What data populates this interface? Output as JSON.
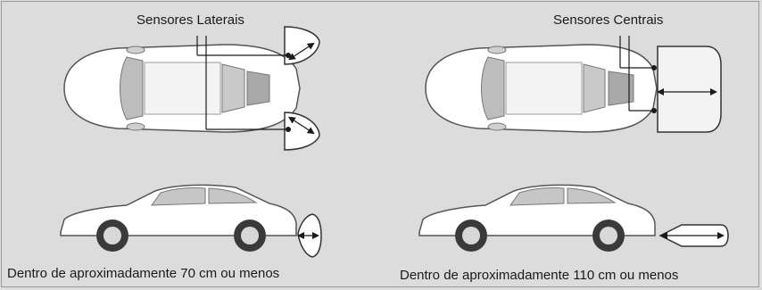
{
  "labels": {
    "side_sensors": "Sensores Laterais",
    "center_sensors": "Sensores Centrais",
    "range_side": "Dentro de aproximadamente 70 cm ou menos",
    "range_center": "Dentro de aproximadamente 110 cm ou menos"
  },
  "icons": [
    "car-top-view",
    "car-side-view",
    "sensor-zone",
    "range-arrow"
  ]
}
